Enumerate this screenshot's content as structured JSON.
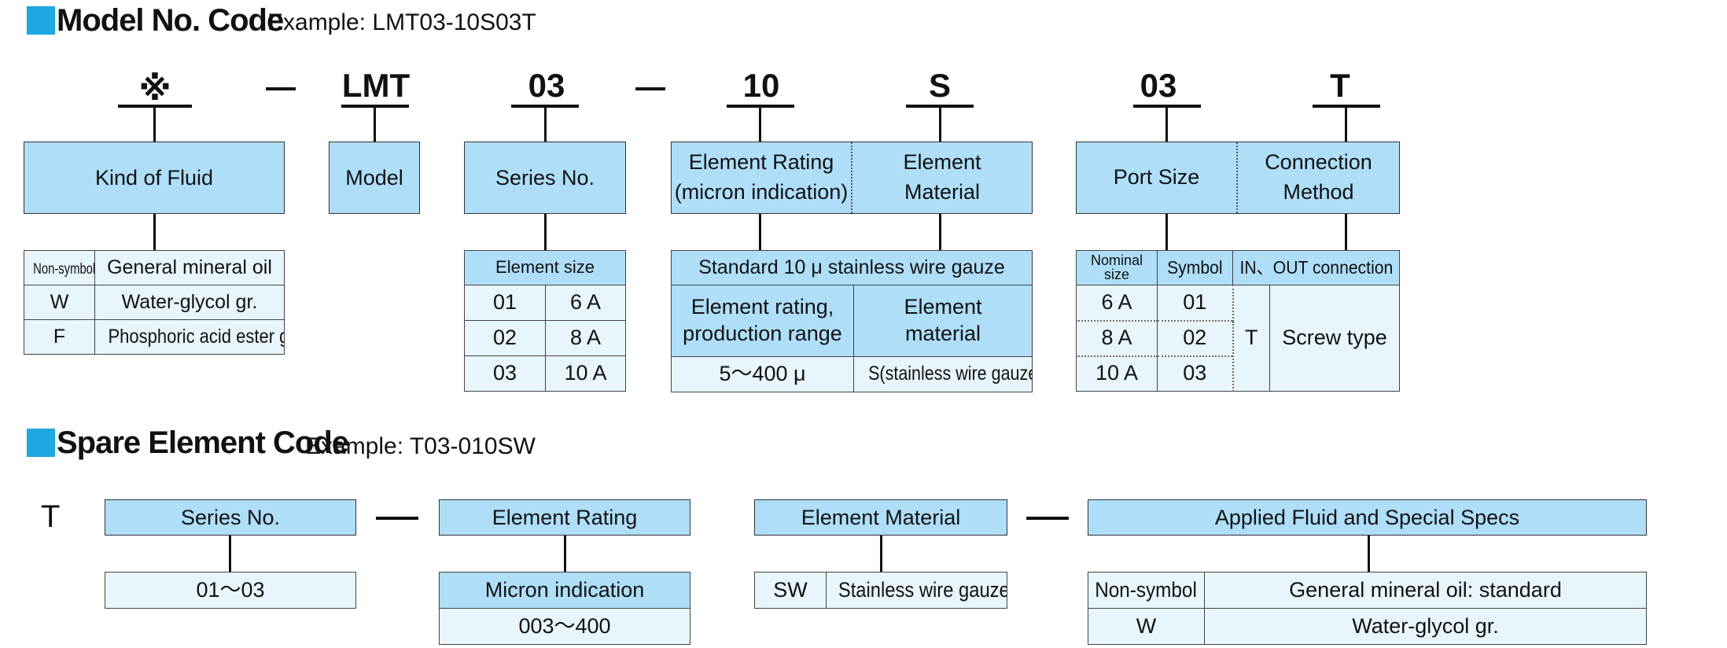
{
  "model_section": {
    "title": "Model No. Code",
    "example": "Example: LMT03-10S03T",
    "codes": [
      "※",
      "LMT",
      "03",
      "10",
      "S",
      "03",
      "T"
    ],
    "boxes": {
      "fluid": "Kind of Fluid",
      "model": "Model",
      "series": "Series No.",
      "rating_line1": "Element Rating",
      "rating_line2": "(micron indication)",
      "material_line1": "Element",
      "material_line2": "Material",
      "port": "Port Size",
      "connection_line1": "Connection",
      "connection_line2": "Method"
    },
    "fluid_table": {
      "rows": [
        [
          "Non-symbol",
          "General mineral oil"
        ],
        [
          "W",
          "Water-glycol gr."
        ],
        [
          "F",
          "Phosphoric acid ester gr."
        ]
      ]
    },
    "element_size_table": {
      "header": "Element size",
      "rows": [
        [
          "01",
          "6 A"
        ],
        [
          "02",
          "8 A"
        ],
        [
          "03",
          "10 A"
        ]
      ]
    },
    "rating_table": {
      "header": "Standard 10 μ stainless wire gauze",
      "col1_line1": "Element rating,",
      "col1_line2": "production range",
      "col2_line1": "Element",
      "col2_line2": "material",
      "val1": "5～400 μ",
      "val2": "S(stainless wire gauze)"
    },
    "port_table": {
      "h1_line1": "Nominal",
      "h1_line2": "size",
      "h2": "Symbol",
      "h3": "IN、OUT connection",
      "rows": [
        [
          "6 A",
          "01"
        ],
        [
          "8 A",
          "02"
        ],
        [
          "10 A",
          "03"
        ]
      ],
      "conn_symbol": "T",
      "conn_type": "Screw type"
    }
  },
  "spare_section": {
    "title": "Spare Element Code",
    "example": "Example: T03-010SW",
    "prefix": "T",
    "series_label": "Series No.",
    "series_value": "01～03",
    "rating_label": "Element Rating",
    "rating_sub_header": "Micron indication",
    "rating_value": "003～400",
    "material_label": "Element Material",
    "material_code": "SW",
    "material_desc": "Stainless wire gauze",
    "fluid_label": "Applied Fluid and Special Specs",
    "fluid_rows": [
      [
        "Non-symbol",
        "General mineral oil: standard"
      ],
      [
        "W",
        "Water-glycol gr."
      ]
    ]
  },
  "colors": {
    "accent": "#1ea7e0",
    "box_fill": "#aedef8",
    "cell_fill": "#e8f5fc"
  }
}
